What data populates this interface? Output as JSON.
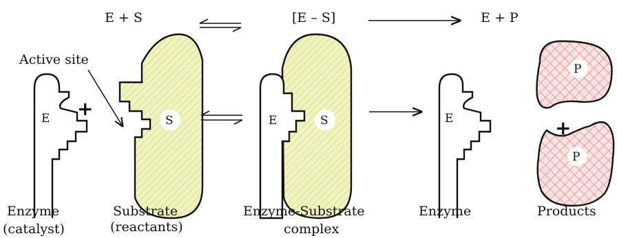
{
  "equation": {
    "left": "E + S",
    "middle": "[E – S]",
    "right": "E + P"
  },
  "annotation": {
    "active_site": "Active site"
  },
  "letters": {
    "enzyme": "E",
    "substrate": "S",
    "product": "P",
    "plus": "+"
  },
  "captions": {
    "enzyme_line1": "Enzyme",
    "enzyme_line2": "(catalyst)",
    "substrate_line1": "Substrate",
    "substrate_line2": "(reactants)",
    "complex_line1": "Enzyme-Substrate",
    "complex_line2": "complex",
    "enzyme2": "Enzyme",
    "products": "Products"
  },
  "colors": {
    "substrate_fill": "#f3f3c2",
    "substrate_hatch": "#d8df8c",
    "product_fill": "#fbe3e3",
    "product_hatch": "#e07070",
    "outline": "#111111"
  }
}
